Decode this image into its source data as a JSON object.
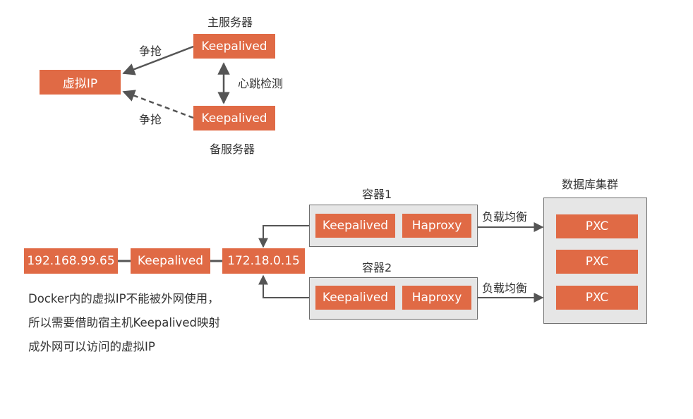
{
  "top": {
    "master_label": "主服务器",
    "backup_label": "备服务器",
    "vip_box": "虚拟IP",
    "master_box": "Keepalived",
    "backup_box": "Keepalived",
    "contend_upper": "争抢",
    "contend_lower": "争抢",
    "heartbeat": "心跳检测"
  },
  "bottom": {
    "host_ip": "192.168.99.65",
    "host_keepalived": "Keepalived",
    "virtual_ip": "172.18.0.15",
    "container1": {
      "title": "容器1",
      "keepalived": "Keepalived",
      "haproxy": "Haproxy"
    },
    "container2": {
      "title": "容器2",
      "keepalived": "Keepalived",
      "haproxy": "Haproxy"
    },
    "load_balance_1": "负载均衡",
    "load_balance_2": "负载均衡",
    "cluster": {
      "title": "数据库集群",
      "nodes": [
        "PXC",
        "PXC",
        "PXC"
      ]
    }
  },
  "note": {
    "lines": [
      "Docker内的虚拟IP不能被外网使用，",
      "所以需要借助宿主机Keepalived映射",
      "成外网可以访问的虚拟IP"
    ]
  },
  "colors": {
    "accent": "#e06a45",
    "line": "#555555",
    "container_bg": "#e6e6e6"
  }
}
